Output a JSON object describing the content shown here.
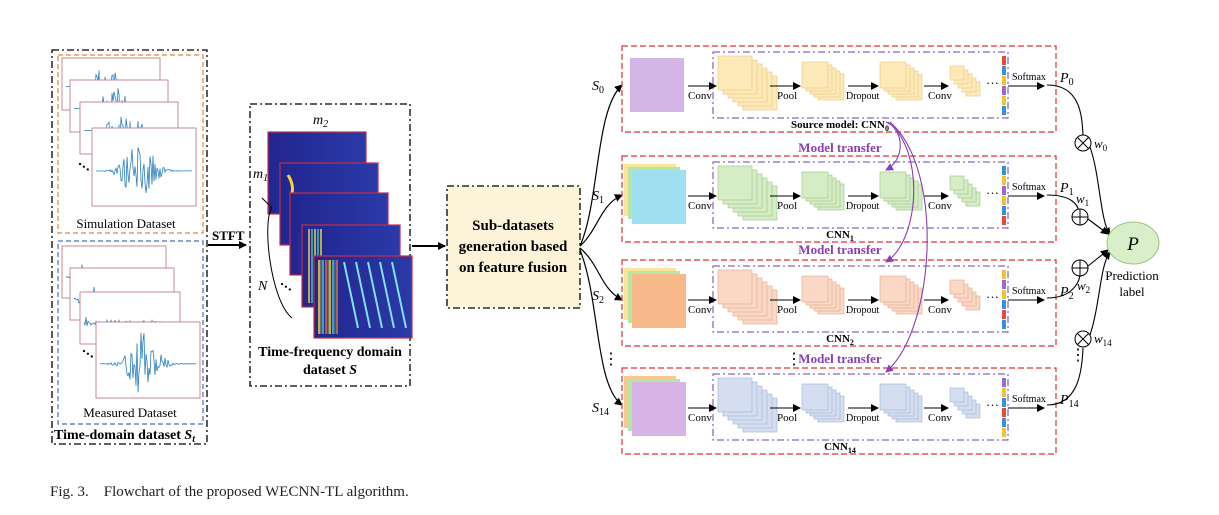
{
  "labels": {
    "simulation_dataset": "Simulation Dataset",
    "measured_dataset": "Measured Dataset",
    "time_domain_dataset": "Time-domain dataset ",
    "time_domain_symbol": "S",
    "time_domain_sub": "t",
    "stft": "STFT",
    "tf_title_line1": "Time-frequency domain",
    "tf_title_line2": "dataset ",
    "tf_symbol": "S",
    "m1": "m",
    "m1_sub": "1",
    "m2": "m",
    "m2_sub": "2",
    "n": "N",
    "subdatasets_line1": "Sub-datasets",
    "subdatasets_line2": "generation based",
    "subdatasets_line3": "on feature fusion",
    "model_transfer": "Model transfer",
    "prediction_symbol": "P",
    "prediction_line1": "Prediction",
    "prediction_line2": "label",
    "vdots": "⋮",
    "dots": "…",
    "otimes": "⊗",
    "oplus": "⊕"
  },
  "cnn": {
    "conv": "Conv",
    "pool": "Pool",
    "dropout": "Dropout",
    "softmax": "Softmax"
  },
  "rows": [
    {
      "s": "S",
      "s_sub": "0",
      "p": "P",
      "p_sub": "0",
      "name": "Source model: CNN",
      "name_sub": "0",
      "fill": "#d4b5e8",
      "fill2": "#d4b5e8",
      "fill3": "#d4b5e8",
      "cube": "#fde8b8",
      "cube_edge": "#e6c77a"
    },
    {
      "s": "S",
      "s_sub": "1",
      "p": "P",
      "p_sub": "1",
      "name": "CNN",
      "name_sub": "1",
      "fill": "#9edff0",
      "fill2": "#b7e6a2",
      "fill3": "#f7e59a",
      "cube": "#d6ecc4",
      "cube_edge": "#9cc48a"
    },
    {
      "s": "S",
      "s_sub": "2",
      "p": "P",
      "p_sub": "2",
      "name": "CNN",
      "name_sub": "2",
      "fill": "#f7b98a",
      "fill2": "#b7e6a2",
      "fill3": "#f7e59a",
      "cube": "#fbd8c6",
      "cube_edge": "#e0a98c"
    },
    {
      "s": "S",
      "s_sub": "14",
      "p": "P",
      "p_sub": "14",
      "name": "CNN",
      "name_sub": "14",
      "fill": "#d7b3e6",
      "fill2": "#b7e6a2",
      "fill3": "#f7c990",
      "cube": "#d4def0",
      "cube_edge": "#9fb3d6"
    }
  ],
  "weights": [
    {
      "w": "w",
      "sub": "0"
    },
    {
      "w": "w",
      "sub": "1"
    },
    {
      "w": "w",
      "sub": "2"
    },
    {
      "w": "w",
      "sub": "14"
    }
  ],
  "caption": {
    "fig": "Fig. 3.",
    "text": "Flowchart of the proposed WECNN-TL algorithm."
  }
}
